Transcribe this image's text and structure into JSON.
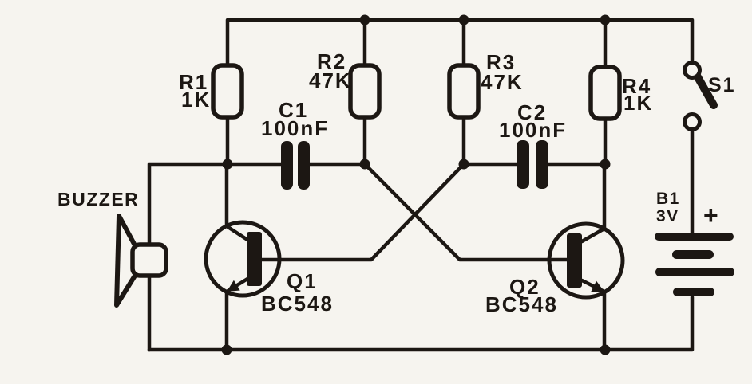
{
  "colors": {
    "ink": "#1c1713",
    "paper": "#f6f4ef"
  },
  "components": {
    "buzzer": {
      "label": "BUZZER"
    },
    "r1": {
      "ref": "R1",
      "value": "1K"
    },
    "r2": {
      "ref": "R2",
      "value": "47K"
    },
    "r3": {
      "ref": "R3",
      "value": "47K"
    },
    "r4": {
      "ref": "R4",
      "value": "1K"
    },
    "c1": {
      "ref": "C1",
      "value": "100nF"
    },
    "c2": {
      "ref": "C2",
      "value": "100nF"
    },
    "q1": {
      "ref": "Q1",
      "value": "BC548"
    },
    "q2": {
      "ref": "Q2",
      "value": "BC548"
    },
    "b1": {
      "ref": "B1",
      "value": "3V",
      "polarity": "+"
    },
    "s1": {
      "ref": "S1"
    }
  }
}
